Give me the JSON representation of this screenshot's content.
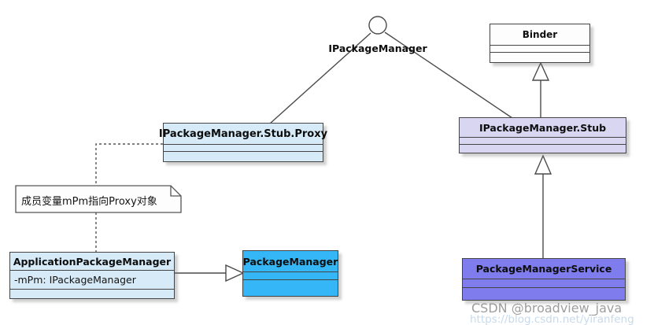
{
  "diagram": {
    "interface_label": "IPackageManager",
    "classes": {
      "binder": {
        "title": "Binder"
      },
      "stub_proxy": {
        "title": "IPackageManager.Stub.Proxy"
      },
      "stub": {
        "title": "IPackageManager.Stub"
      },
      "application_package_manager": {
        "title": "ApplicationPackageManager",
        "attribute": "-mPm: IPackageManager"
      },
      "package_manager": {
        "title": "PackageManager"
      },
      "package_manager_service": {
        "title": "PackageManagerService"
      }
    },
    "note": {
      "text": "成员变量mPm指向Proxy对象"
    },
    "colors": {
      "light_blue_fill": "#d6eaf7",
      "lavender_fill": "#d9d6f2",
      "bright_blue_fill": "#35b7f7",
      "purple_fill": "#7f7cee",
      "border": "#444444",
      "background": "#ffffff"
    }
  },
  "watermark": {
    "line1": "CSDN @broadview_java",
    "line2": "https://blog.csdn.net/yiranfeng"
  }
}
